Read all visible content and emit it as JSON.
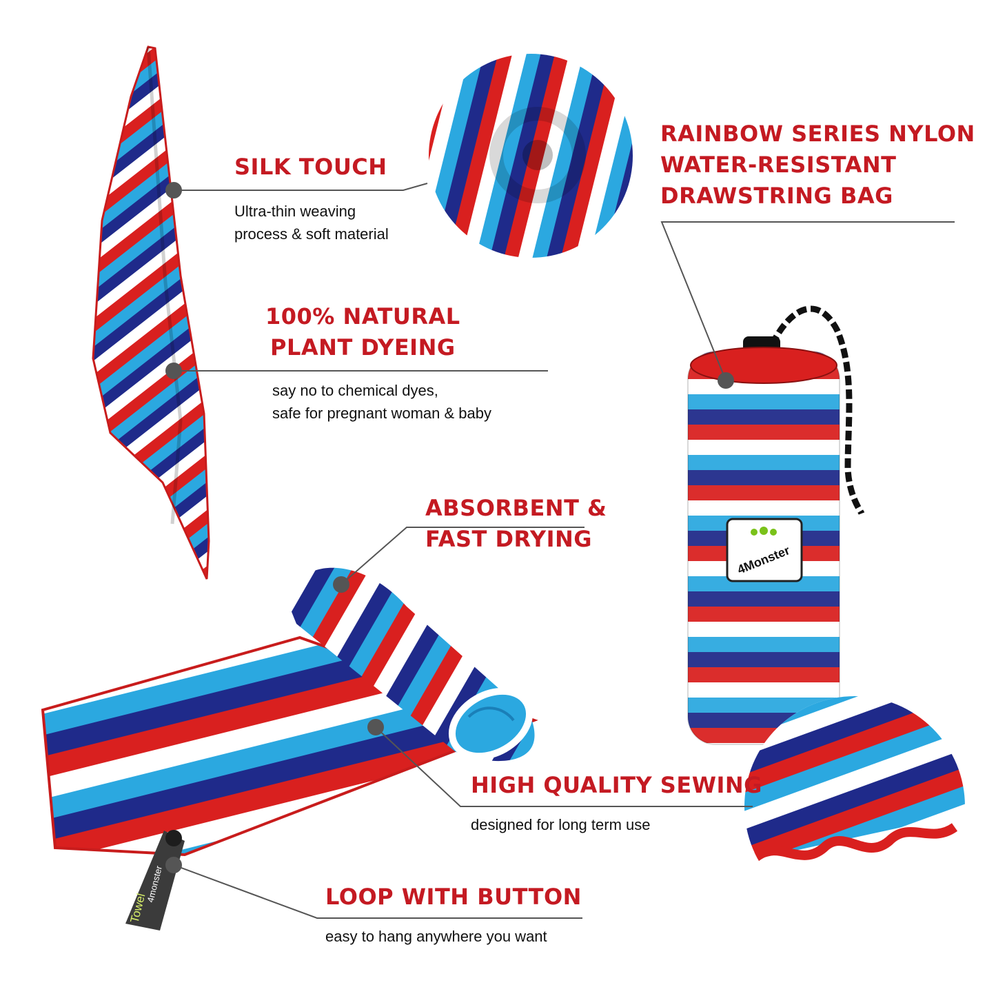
{
  "colors": {
    "accent_red": "#c41a22",
    "stripe_red": "#d9201f",
    "stripe_navy": "#1f2a8a",
    "stripe_sky": "#2ba8e0",
    "stripe_white": "#ffffff",
    "callout_line": "#555555"
  },
  "features": {
    "silk_touch": {
      "title": [
        "SILK TOUCH"
      ],
      "desc": [
        "Ultra-thin weaving",
        "process & soft material"
      ]
    },
    "bag": {
      "title": [
        "RAINBOW SERIES NYLON",
        "WATER-RESISTANT",
        "DRAWSTRING BAG"
      ]
    },
    "dyeing": {
      "title": [
        "100% NATURAL",
        "PLANT DYEING"
      ],
      "desc": [
        "say no to chemical dyes,",
        "safe for pregnant woman & baby"
      ]
    },
    "absorbent": {
      "title": [
        "ABSORBENT &",
        "FAST DRYING"
      ]
    },
    "sewing": {
      "title": [
        "HIGH QUALITY SEWING"
      ],
      "desc": [
        "designed for long term use"
      ]
    },
    "loop": {
      "title": [
        "LOOP WITH BUTTON"
      ],
      "desc": [
        "easy to hang anywhere you want"
      ]
    }
  },
  "labels": {
    "bag_patch": "4Monster",
    "tag_towel": "Towel",
    "tag_brand": "4monster"
  }
}
